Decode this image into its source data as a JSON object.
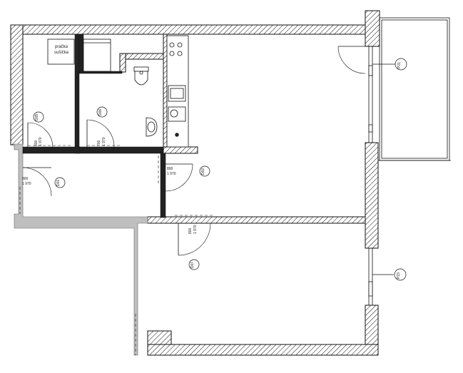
{
  "labels": {
    "washer_line1": "pračka",
    "washer_line2": "sušička"
  },
  "doors": {
    "left_room": {
      "width": "800",
      "height": "1 970",
      "tag": "D05"
    },
    "bath": {
      "width": "700",
      "height": "1 970",
      "tag": "D06"
    },
    "entry": {
      "width": "800",
      "height": "1 970",
      "tag": "D01"
    },
    "hall": {
      "width": "800",
      "height": "1 970",
      "tag": "D02"
    },
    "bedroom": {
      "width": "800",
      "height": "1 970",
      "tag": "D07"
    }
  },
  "windows": {
    "upper": {
      "tag": "P21"
    },
    "lower": {
      "tag": "P23"
    }
  },
  "colors": {
    "line": "#111111",
    "slab": "#bfbfbf",
    "background": "#ffffff"
  }
}
